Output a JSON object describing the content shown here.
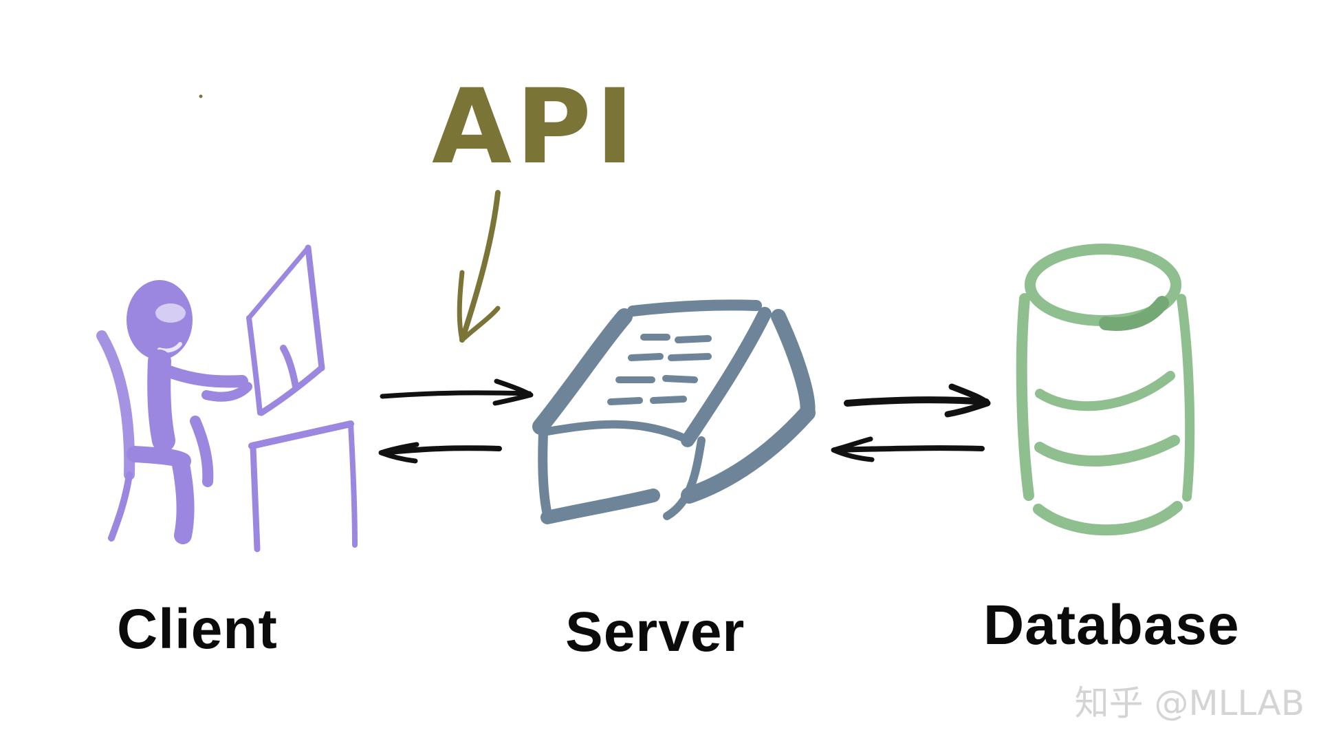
{
  "diagram": {
    "api_label": "API",
    "nodes": [
      {
        "id": "client",
        "label": "Client",
        "icon": "person-at-computer-icon",
        "color": "#9b86e0"
      },
      {
        "id": "server",
        "label": "Server",
        "icon": "server-icon",
        "color": "#6e8599"
      },
      {
        "id": "database",
        "label": "Database",
        "icon": "database-cylinder-icon",
        "color": "#8fbf8f"
      }
    ],
    "edges": [
      {
        "from": "client",
        "to": "server"
      },
      {
        "from": "server",
        "to": "client"
      },
      {
        "from": "server",
        "to": "database"
      },
      {
        "from": "database",
        "to": "server"
      }
    ],
    "api_color": "#7a7436",
    "arrow_color": "#111111"
  },
  "watermark": "知乎 @MLLAB"
}
